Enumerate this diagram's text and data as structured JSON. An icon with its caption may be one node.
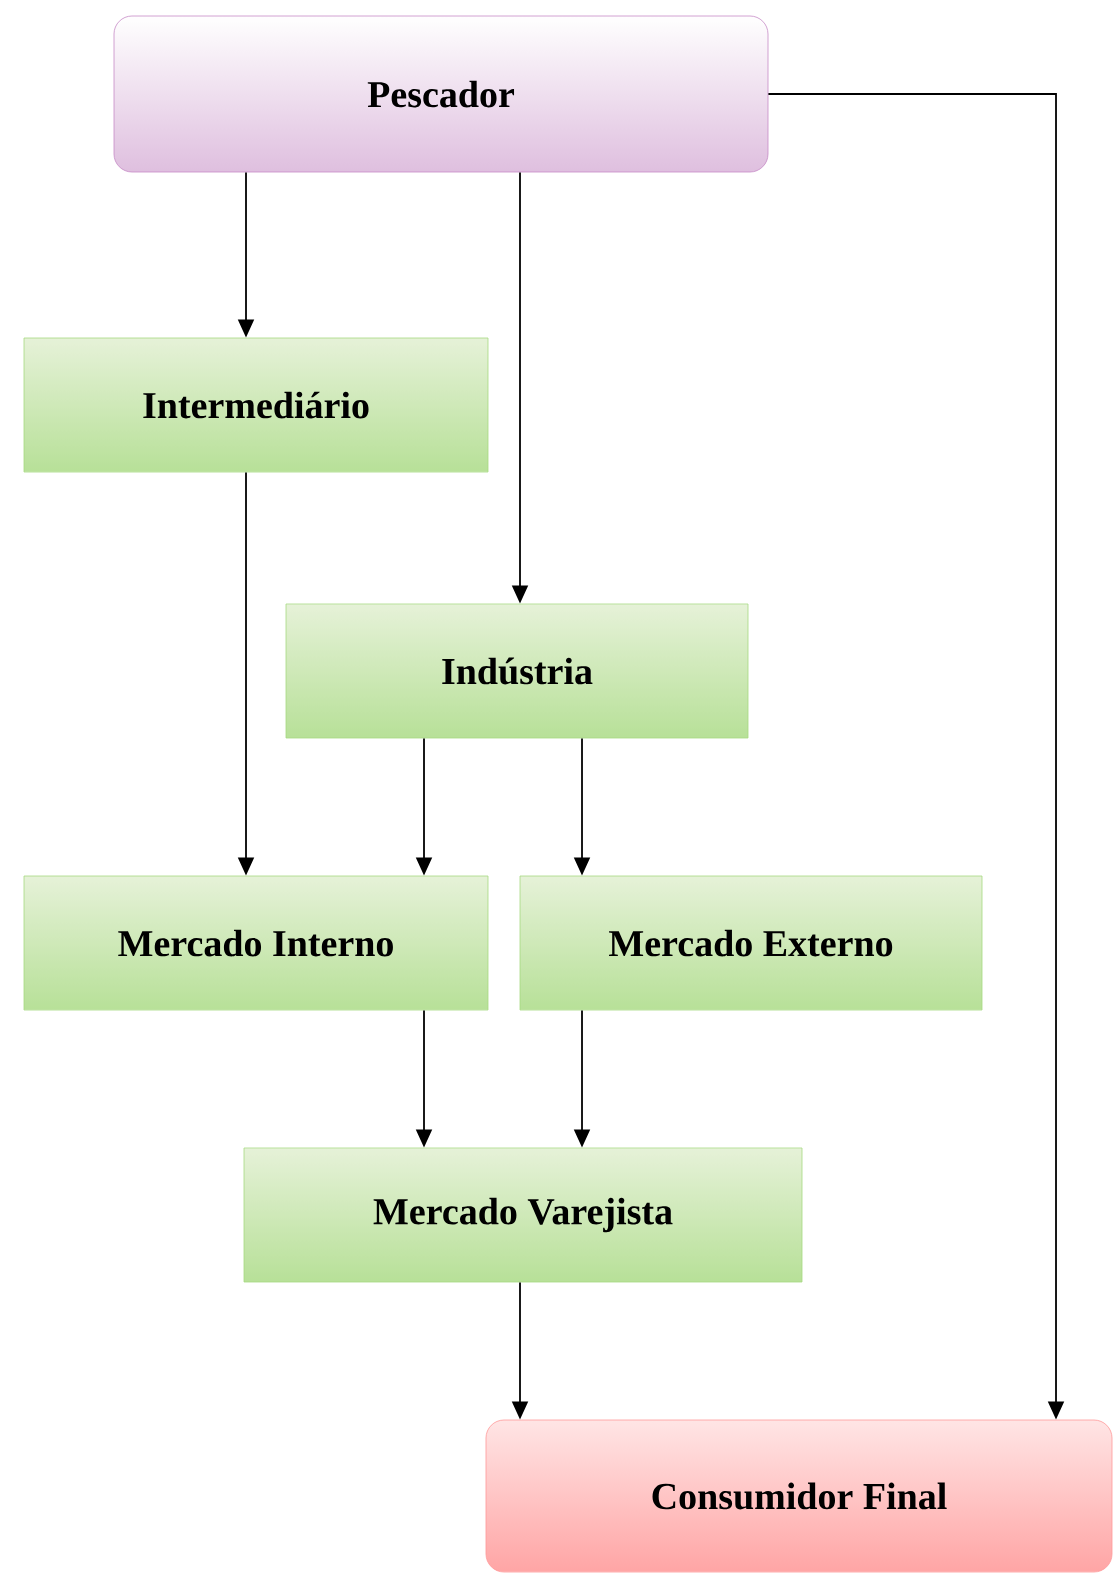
{
  "diagram": {
    "nodes": [
      {
        "text": [
          "Pescador"
        ]
      },
      {
        "text": [
          "Intermediário"
        ]
      },
      {
        "text": [
          "Indústria"
        ]
      },
      {
        "text": [
          "Mercado Interno"
        ]
      },
      {
        "text": [
          "Mercado Externo"
        ]
      },
      {
        "text": [
          "Mercado Varejista"
        ]
      },
      {
        "text": [
          "Consumidor Final"
        ]
      }
    ],
    "edges": [
      {
        "from": 0,
        "to": 1,
        "arrow": "to"
      },
      {
        "from": 0,
        "to": 2,
        "arrow": "to"
      },
      {
        "from": 0,
        "to": 6,
        "arrow": "to"
      },
      {
        "from": 1,
        "to": 3,
        "arrow": "to"
      },
      {
        "from": 2,
        "to": 3,
        "arrow": "to"
      },
      {
        "from": 2,
        "to": 4,
        "arrow": "to"
      },
      {
        "from": 3,
        "to": 5,
        "arrow": "to"
      },
      {
        "from": 4,
        "to": 5,
        "arrow": "to"
      },
      {
        "from": 5,
        "to": 6,
        "arrow": "to"
      }
    ]
  }
}
